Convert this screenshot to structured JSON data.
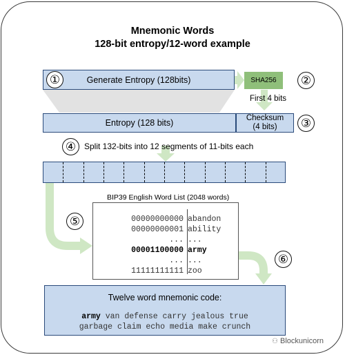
{
  "title": {
    "line1": "Mnemonic Words",
    "line2": "128-bit entropy/12-word example"
  },
  "steps": {
    "s1": "①",
    "s2": "②",
    "s3": "③",
    "s4": "④",
    "s5": "⑤",
    "s6": "⑥"
  },
  "generate_entropy": "Generate Entropy (128bits)",
  "sha256": "SHA256",
  "first_4_bits": "First 4 bits",
  "entropy": "Entropy (128 bits)",
  "checksum": {
    "line1": "Checksum",
    "line2": "(4 bits)"
  },
  "split_label": "Split 132-bits into 12 segments of 11-bits each",
  "segments": 12,
  "wordlist": {
    "title": "BIP39 English Word List (2048 words)",
    "rows": [
      {
        "bits": "00000000000",
        "word": "abandon",
        "bold": false
      },
      {
        "bits": "00000000001",
        "word": "ability",
        "bold": false
      },
      {
        "bits": "...",
        "word": "...",
        "bold": false
      },
      {
        "bits": "00001100000",
        "word": "army",
        "bold": true
      },
      {
        "bits": "...",
        "word": "...",
        "bold": false
      },
      {
        "bits": "11111111111",
        "word": "zoo",
        "bold": false
      }
    ]
  },
  "mnemonic": {
    "title": "Twelve word mnemonic code:",
    "first_word": "army",
    "line1_rest": " van defense carry jealous true",
    "line2": "garbage claim echo media make crunch"
  },
  "watermark": "Blockunicorn",
  "colors": {
    "box_fill": "#c8d9ee",
    "box_border": "#2a4a7a",
    "sha_fill": "#8fbf7a",
    "arrow_green": "#cfe7c4",
    "funnel_grey": "#e2e2e2"
  }
}
